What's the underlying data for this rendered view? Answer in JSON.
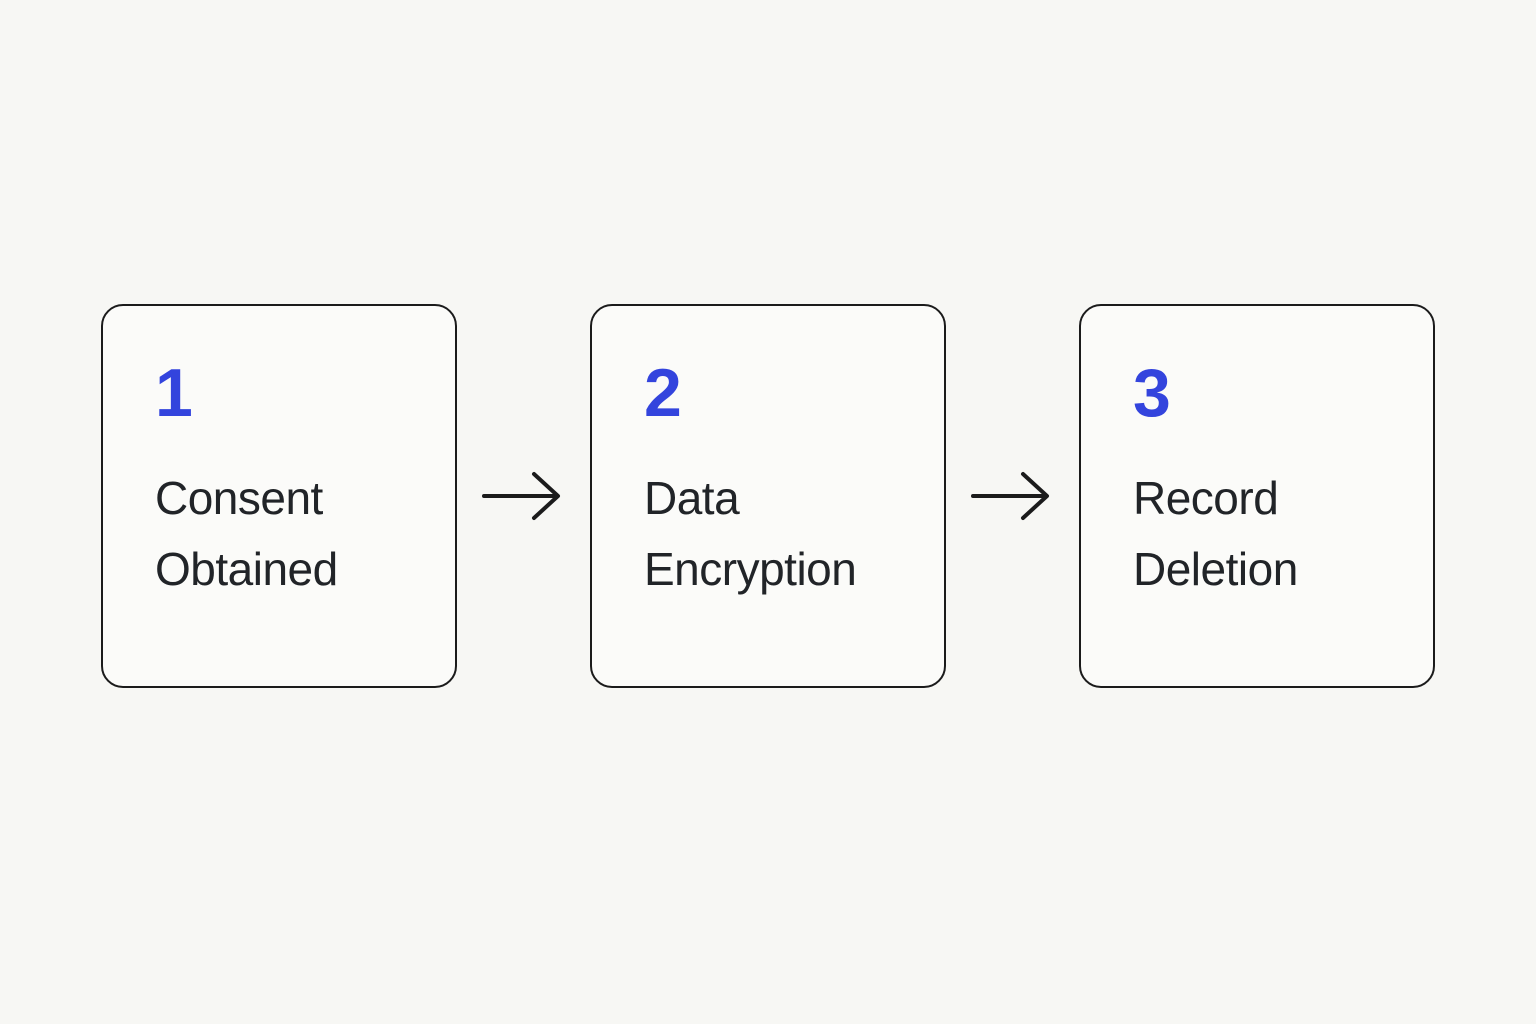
{
  "diagram": {
    "steps": [
      {
        "number": "1",
        "label": "Consent Obtained"
      },
      {
        "number": "2",
        "label": "Data Encryption"
      },
      {
        "number": "3",
        "label": "Record Deletion"
      }
    ],
    "connectors": [
      {
        "icon": "arrow-right-icon"
      },
      {
        "icon": "arrow-right-icon"
      }
    ],
    "colors": {
      "background": "#f7f7f4",
      "box_background": "#fbfbf9",
      "border": "#1b1b1b",
      "accent": "#3344dd",
      "text": "#212428"
    }
  }
}
